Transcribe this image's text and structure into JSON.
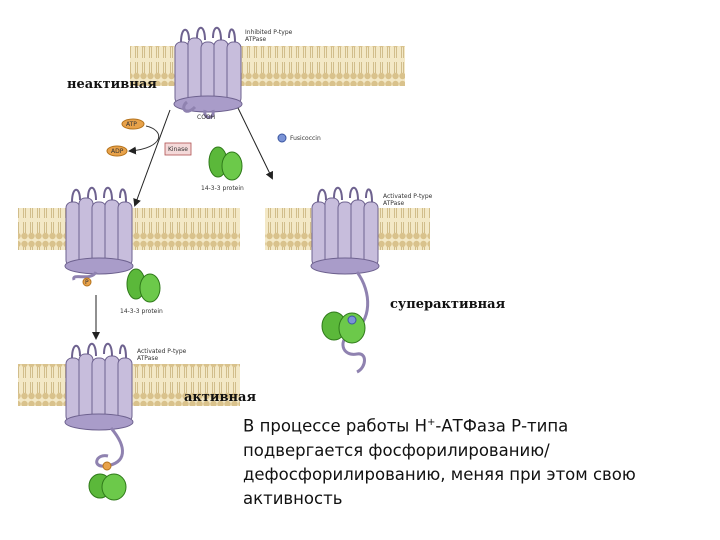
{
  "stages": {
    "inactive": "неактивная",
    "superactive": "суперактивная",
    "active": "активная"
  },
  "diagram_labels": {
    "inhibited": [
      "Inhibited P-type",
      "ATPase"
    ],
    "activated1": [
      "Activated P-type",
      "ATPase"
    ],
    "activated2": [
      "Activated P-type",
      "ATPase"
    ],
    "cooh": "COOH",
    "atp": "ATP",
    "adp": "ADP",
    "kinase": "Kinase",
    "fusicoccin": "Fusicoccin",
    "protein_14_3_3_a": "14-3-3 protein",
    "protein_14_3_3_b": "14-3-3 protein",
    "p_marker": "P"
  },
  "caption": {
    "part1": "В процессе работы Н",
    "sup": "+",
    "part2": "-АТФаза Р-типа подвергается фосфорилированию/дефосфорилированию, меняя при этом свою активность"
  },
  "colors": {
    "membrane": "#e9d9b0",
    "lipid_head": "#d9c28c",
    "protein": "#c7bddc",
    "protein_dark": "#8f82b0",
    "protein_green": "#5bb83a",
    "phosphate": "#e8a24a",
    "fusicoccin": "#7a93d6"
  }
}
